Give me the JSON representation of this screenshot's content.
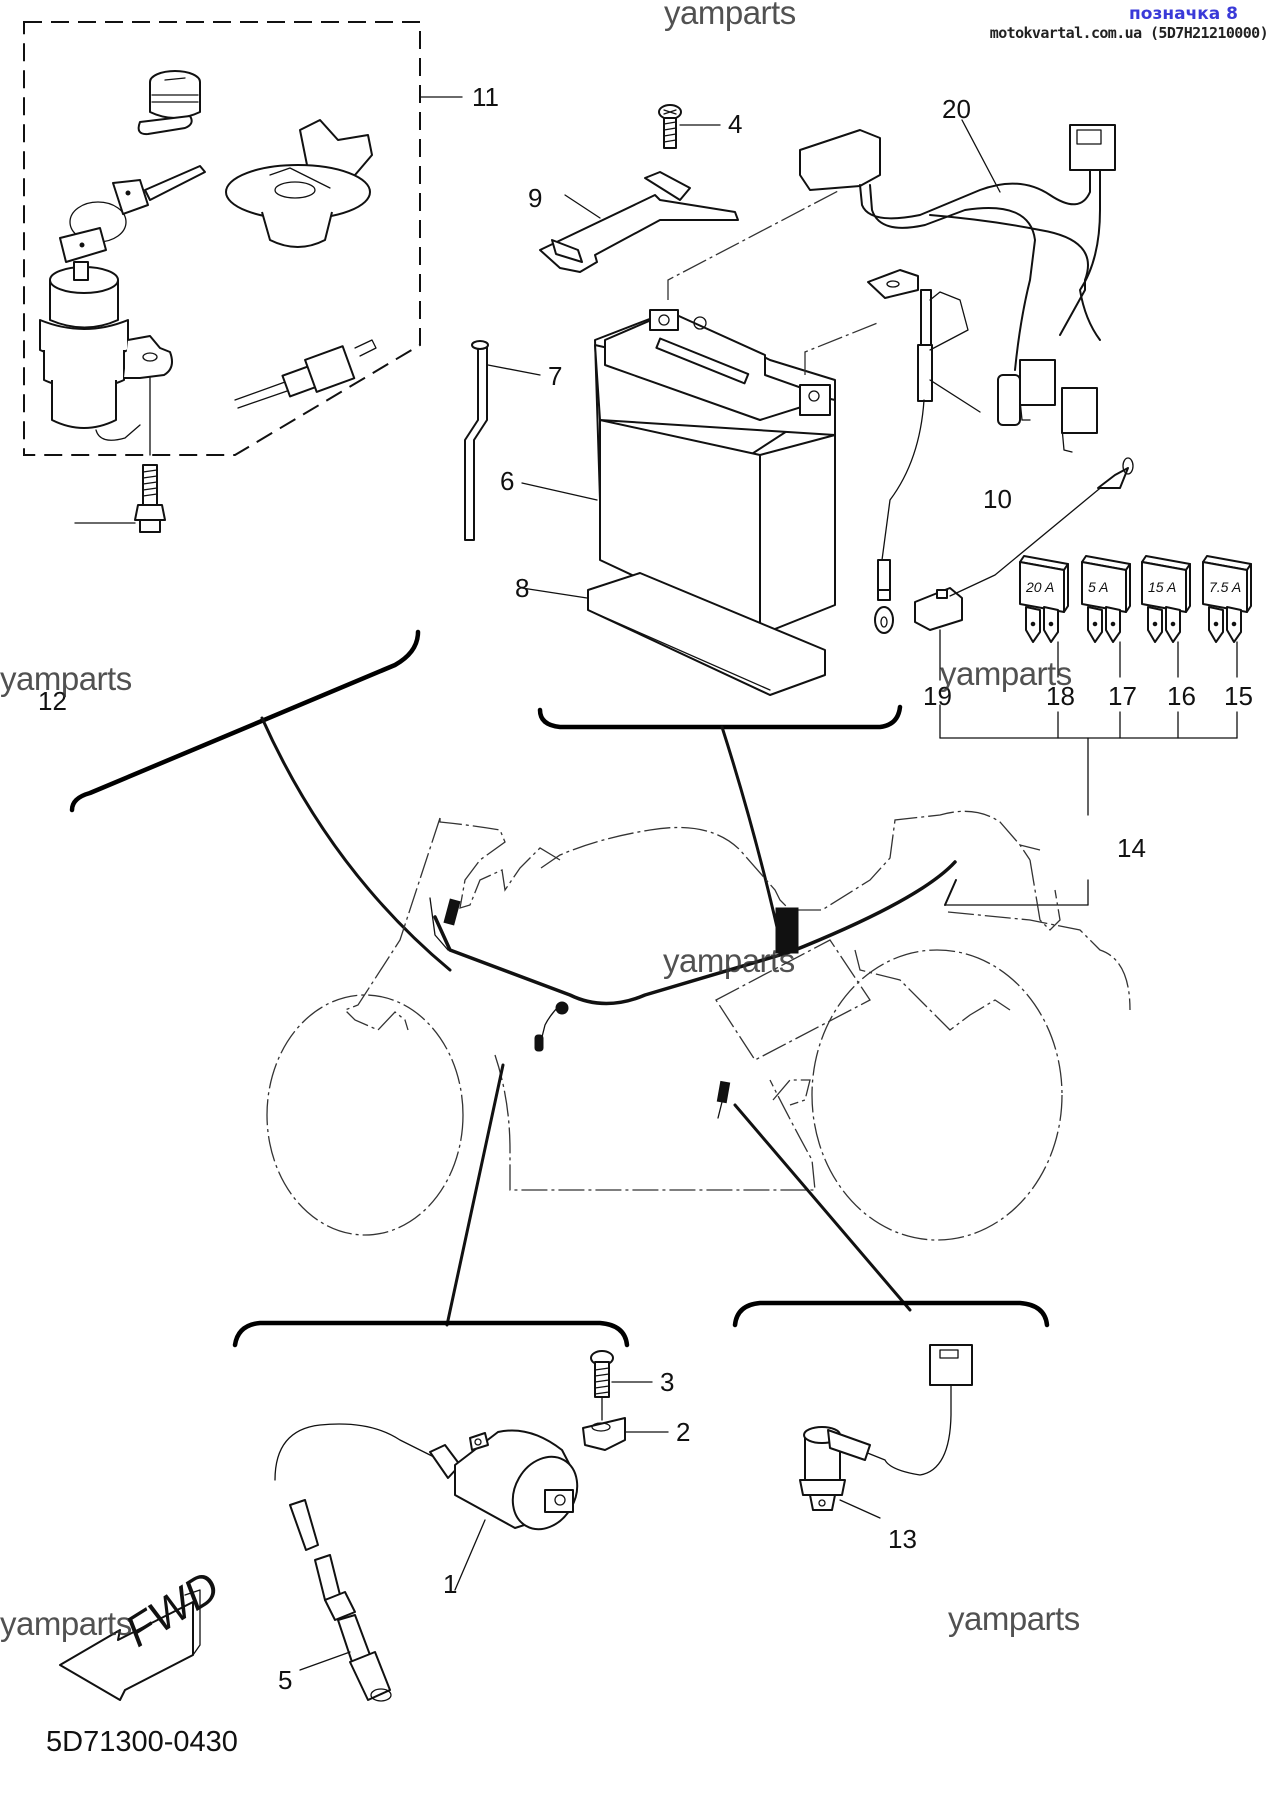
{
  "header": {
    "tag": "позначка 8",
    "source": "motokvartal.com.ua (5D7H21210000)"
  },
  "watermarks": [
    "yamparts",
    "yamparts",
    "yamparts",
    "yamparts",
    "yamparts",
    "yamparts"
  ],
  "diagram": {
    "part_number": "5D71300-0430",
    "direction_arrow": "FWD",
    "callouts": [
      "1",
      "2",
      "3",
      "4",
      "5",
      "6",
      "7",
      "8",
      "9",
      "10",
      "11",
      "12",
      "13",
      "14",
      "15",
      "16",
      "17",
      "18",
      "19",
      "20"
    ],
    "fuses": [
      {
        "item": "18",
        "rating": "20 A"
      },
      {
        "item": "17",
        "rating": "5 A"
      },
      {
        "item": "16",
        "rating": "15 A"
      },
      {
        "item": "15",
        "rating": "7.5 A"
      }
    ],
    "groups": [
      {
        "name": "main-switch-lock-set",
        "item": "11"
      },
      {
        "name": "battery-group",
        "items": [
          "4",
          "6",
          "7",
          "8",
          "9",
          "10",
          "20"
        ]
      },
      {
        "name": "fuse-group",
        "item": "14",
        "items": [
          "15",
          "16",
          "17",
          "18",
          "19"
        ]
      },
      {
        "name": "ignition-coil-group",
        "items": [
          "1",
          "2",
          "3",
          "5"
        ]
      },
      {
        "name": "neutral-switch-group",
        "items": [
          "13"
        ]
      }
    ]
  },
  "colors": {
    "tag": "#3a3ad8",
    "line": "#111111"
  }
}
